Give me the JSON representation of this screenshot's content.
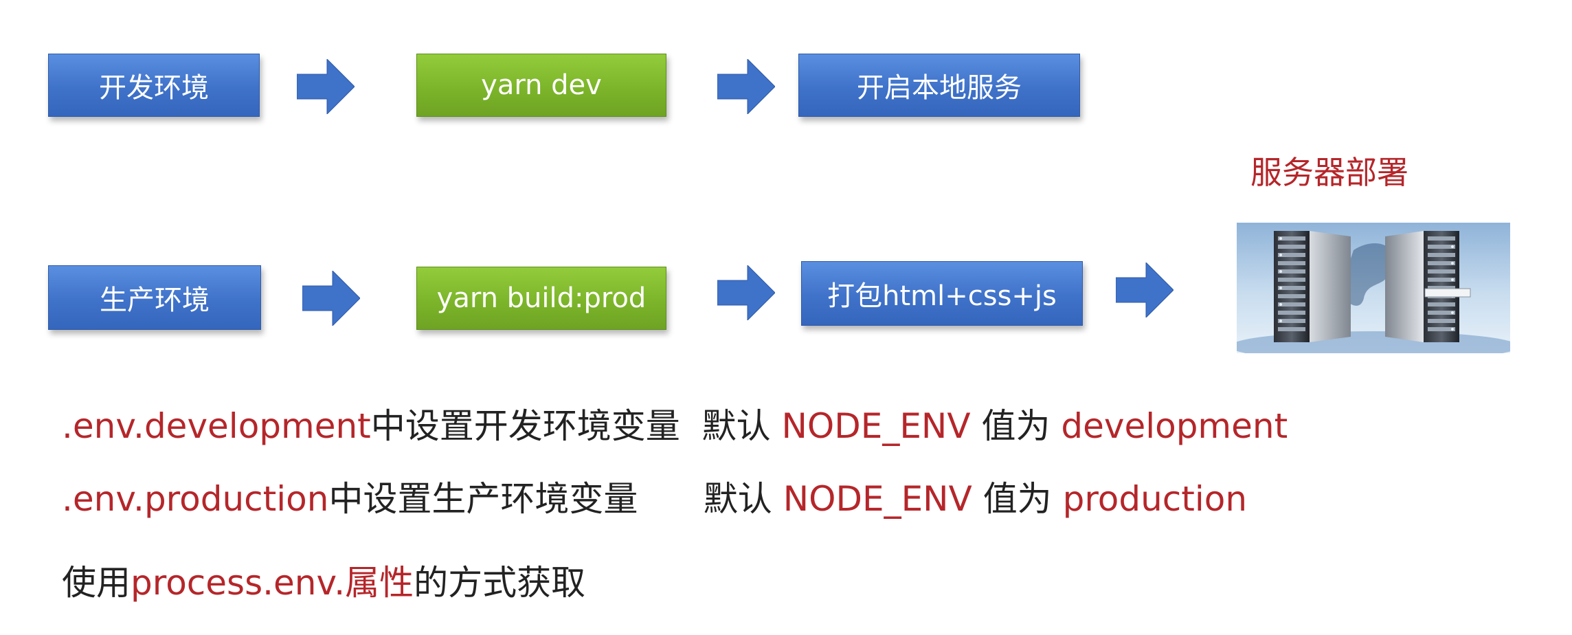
{
  "dev_flow": {
    "env": "开发环境",
    "command": "yarn dev",
    "result": "开启本地服务"
  },
  "prod_flow": {
    "env": "生产环境",
    "command": "yarn build:prod",
    "package": "打包html+css+js",
    "deploy_title": "服务器部署"
  },
  "notes": {
    "dev_line": {
      "file": ".env.development",
      "desc": "中设置开发环境变量",
      "default": "默认",
      "var": "NODE_ENV",
      "is": "值为",
      "value": "development"
    },
    "prod_line": {
      "file": ".env.production",
      "desc": "中设置生产环境变量",
      "default": "默认",
      "var": "NODE_ENV",
      "is": "值为",
      "value": "production"
    },
    "usage_line": {
      "prefix": "使用",
      "code": "process.env.",
      "attr": "属性",
      "suffix": "的方式获取"
    }
  },
  "colors": {
    "blue_box": "#3f72c9",
    "green_box": "#7cb52a",
    "arrow": "#3f72c9",
    "highlight_red": "#b5262a"
  },
  "icons": {
    "flow_arrow": "right-arrow-icon",
    "server": "server-rack-image"
  }
}
